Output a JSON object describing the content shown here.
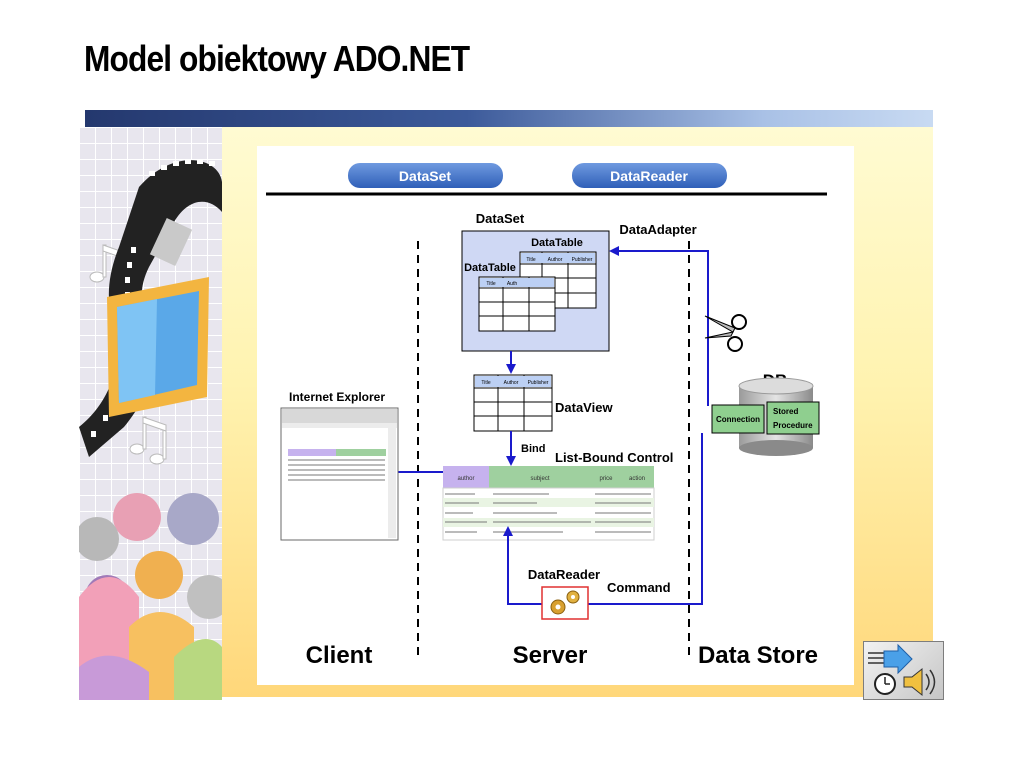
{
  "slide": {
    "title": "Model obiektowy ADO.NET"
  },
  "diagram": {
    "tabs": {
      "dataset": "DataSet",
      "datareader": "DataReader"
    },
    "labels": {
      "dataset": "DataSet",
      "datatable_back": "DataTable",
      "datatable_front": "DataTable",
      "dataadapter": "DataAdapter",
      "dataview": "DataView",
      "bind": "Bind",
      "list_bound_control": "List-Bound Control",
      "internet_explorer": "Internet Explorer",
      "datareader": "DataReader",
      "command": "Command",
      "db": "DB",
      "connection": "Connection",
      "stored_procedure_1": "Stored",
      "stored_procedure_2": "Procedure"
    },
    "table_columns": {
      "back": [
        "Title",
        "Author",
        "Publisher"
      ],
      "front": [
        "Title",
        "Auth"
      ],
      "dataview": [
        "Title",
        "Author",
        "Publisher"
      ]
    },
    "list_bound_headers": [
      "author",
      "subject",
      "price",
      "action"
    ],
    "zones": {
      "client": "Client",
      "server": "Server",
      "data_store": "Data Store"
    }
  },
  "colors": {
    "title_bar_dark": "#24386e",
    "tab_blue": "#3e6fc7",
    "table_fill": "#cfd8f4",
    "arrow_blue": "#1a1acc",
    "db_green": "#8fcf8f",
    "panel_yellow": "#fff3b0"
  },
  "icons": {
    "audio": "speaker-clock-icon",
    "scissors": "scissors-icon",
    "gears": "gears-icon"
  }
}
